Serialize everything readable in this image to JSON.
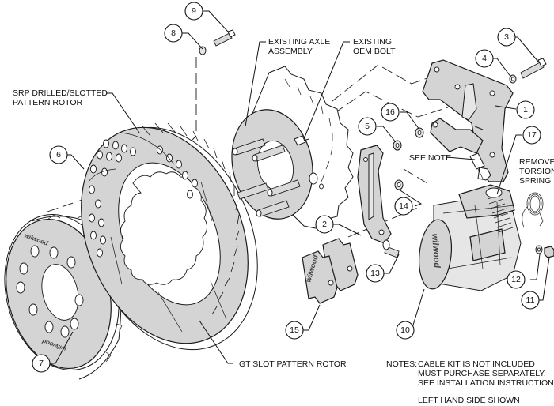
{
  "diagram": {
    "title": "Brake kit exploded view",
    "labels": {
      "srp_rotor": [
        "SRP DRILLED/SLOTTED",
        "PATTERN ROTOR"
      ],
      "axle": [
        "EXISTING AXLE",
        "ASSEMBLY"
      ],
      "oem_bolt": [
        "EXISTING",
        "OEM BOLT"
      ],
      "see_note": "SEE NOTE",
      "torsion": [
        "REMOVE",
        "TORSION",
        "SPRING"
      ],
      "gt_rotor": "GT SLOT PATTERN ROTOR"
    },
    "notes": {
      "prefix": "NOTES:",
      "lines": [
        "CABLE KIT IS NOT INCLUDED",
        "MUST PURCHASE SEPARATELY.",
        "SEE INSTALLATION INSTRUCTIONS"
      ],
      "side": "LEFT HAND SIDE SHOWN"
    },
    "brand_text": "wilwood",
    "callouts": [
      {
        "id": "1",
        "part": "caliper bracket"
      },
      {
        "id": "2",
        "part": "caliper mount bracket"
      },
      {
        "id": "3",
        "part": "bolt"
      },
      {
        "id": "4",
        "part": "washer"
      },
      {
        "id": "5",
        "part": "washer"
      },
      {
        "id": "6",
        "part": "drilled/slotted rotor"
      },
      {
        "id": "7",
        "part": "rotor hat"
      },
      {
        "id": "8",
        "part": "washer"
      },
      {
        "id": "9",
        "part": "bolt"
      },
      {
        "id": "10",
        "part": "caliper"
      },
      {
        "id": "11",
        "part": "nut"
      },
      {
        "id": "12",
        "part": "washer"
      },
      {
        "id": "13",
        "part": "stud"
      },
      {
        "id": "14",
        "part": "washer"
      },
      {
        "id": "15",
        "part": "brake pads"
      },
      {
        "id": "16",
        "part": "washer"
      },
      {
        "id": "17",
        "part": "parking brake lever spring"
      }
    ]
  }
}
